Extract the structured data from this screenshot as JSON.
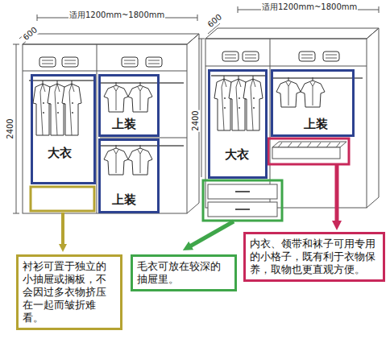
{
  "diagram": {
    "nodes": [
      {
        "text": [
          "大衣"
        ]
      },
      {
        "text": [
          "上装"
        ]
      },
      {
        "text": [
          "上装"
        ]
      },
      {
        "text": [
          "大衣"
        ]
      },
      {
        "text": [
          "上装"
        ]
      },
      {
        "text": [
          "衬衫可置于独立的小抽屉或搁板，不会因过多衣物挤压在一起而皱折难看。"
        ]
      },
      {
        "text": [
          "毛衣可放在较深的抽屉里。"
        ]
      },
      {
        "text": [
          "内衣、领带和袜子可用专用的小格子，既有利于衣物保养，取物也更直观方便。"
        ]
      }
    ],
    "labels": [
      "600",
      "适用1200mm~1800mm",
      "2400",
      "600",
      "适用1200mm~1800mm",
      "2400"
    ]
  }
}
